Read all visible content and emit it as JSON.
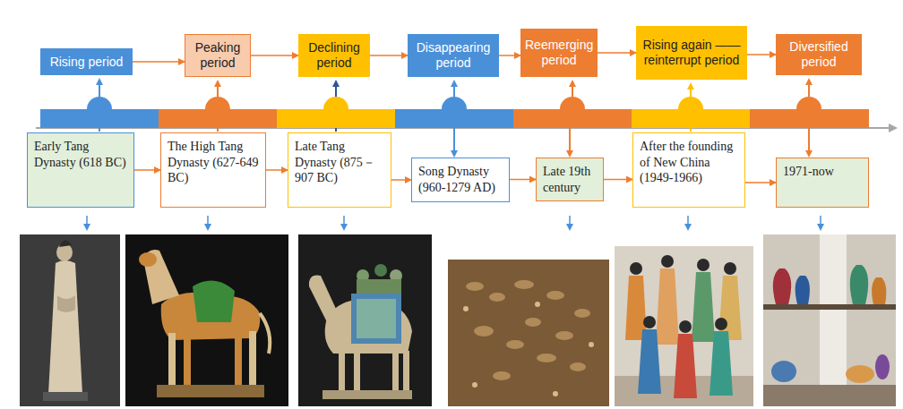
{
  "diagram": {
    "nodes": [
      {
        "text": [
          "Rising period"
        ]
      },
      {
        "text": [
          "Peaking period"
        ]
      },
      {
        "text": [
          "Declining period"
        ]
      },
      {
        "text": [
          "Disappearing period"
        ]
      },
      {
        "text": [
          "Reemerging period"
        ]
      },
      {
        "text": [
          "Rising again ——reinterrupt period"
        ]
      },
      {
        "text": [
          "Diversified period"
        ]
      },
      {
        "text": [
          "Early Tang Dynasty (618 BC)"
        ]
      },
      {
        "text": [
          "The High Tang Dynasty (627-649 BC)"
        ]
      },
      {
        "text": [
          "Late Tang Dynasty (875－907 BC)"
        ]
      },
      {
        "text": [
          "Song Dynasty (960-1279 AD)"
        ]
      },
      {
        "text": [
          "Late 19th century"
        ]
      },
      {
        "text": [
          "After the founding of New China (1949-1966)"
        ]
      },
      {
        "text": [
          "1971-now"
        ]
      }
    ],
    "edges": [
      {
        "from": 0,
        "to": 1,
        "arrow": "to"
      },
      {
        "from": 1,
        "to": 2,
        "arrow": "to"
      },
      {
        "from": 2,
        "to": 3,
        "arrow": "to"
      },
      {
        "from": 3,
        "to": 4,
        "arrow": "to"
      },
      {
        "from": 4,
        "to": 5,
        "arrow": "to"
      },
      {
        "from": 5,
        "to": 6,
        "arrow": "to"
      },
      {
        "from": 7,
        "to": 8,
        "arrow": "to"
      },
      {
        "from": 8,
        "to": 9,
        "arrow": "to"
      },
      {
        "from": 9,
        "to": 10,
        "arrow": "to"
      },
      {
        "from": 10,
        "to": 11,
        "arrow": "to"
      },
      {
        "from": 11,
        "to": 12,
        "arrow": "to"
      },
      {
        "from": 12,
        "to": 13,
        "arrow": "to"
      }
    ]
  }
}
